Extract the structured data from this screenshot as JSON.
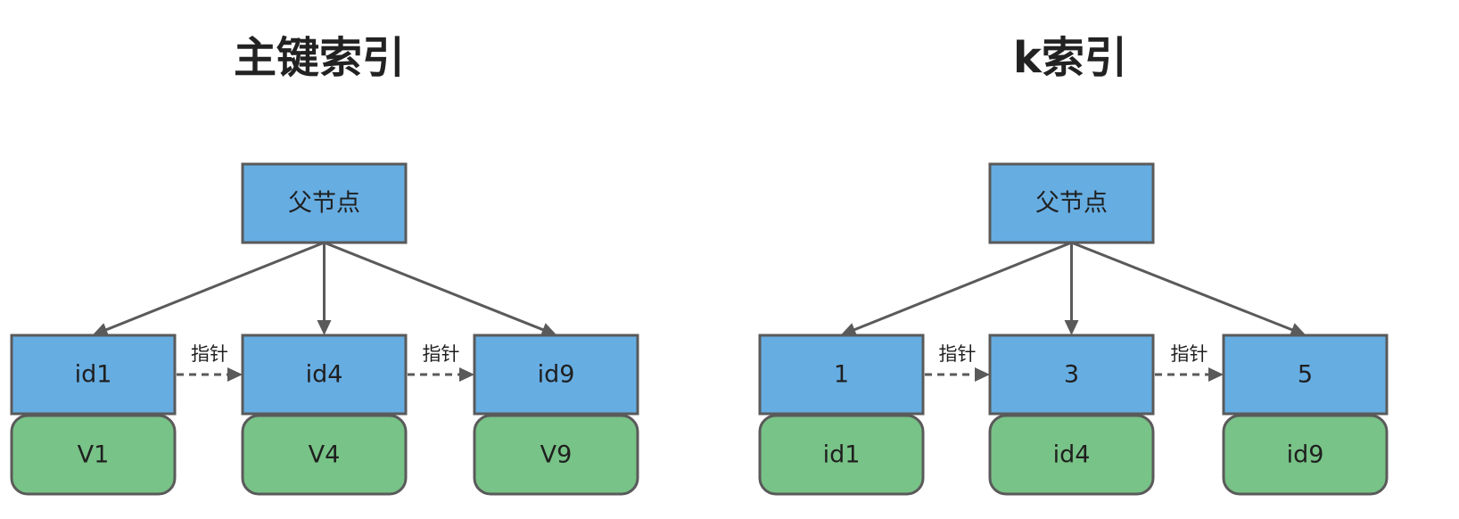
{
  "colors": {
    "blue_fill": "#66ade2",
    "green_fill": "#78c387",
    "stroke": "#5a5a5a",
    "text": "#1f1f1f",
    "title": "#222222"
  },
  "trees": [
    {
      "title": "主键索引",
      "parent": "父节点",
      "pointer_label": "指针",
      "leaves": [
        {
          "key": "id1",
          "value": "V1"
        },
        {
          "key": "id4",
          "value": "V4"
        },
        {
          "key": "id9",
          "value": "V9"
        }
      ]
    },
    {
      "title": "k索引",
      "parent": "父节点",
      "pointer_label": "指针",
      "leaves": [
        {
          "key": "1",
          "value": "id1"
        },
        {
          "key": "3",
          "value": "id4"
        },
        {
          "key": "5",
          "value": "id9"
        }
      ]
    }
  ]
}
